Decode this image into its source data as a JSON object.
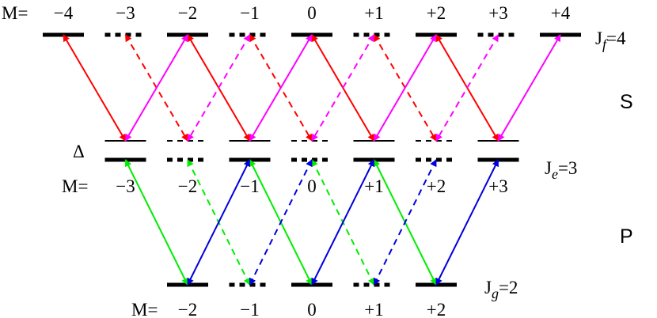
{
  "top_row": {
    "m_prefix": "M=",
    "m_values": [
      "−4",
      "−3",
      "−2",
      "−1",
      "0",
      "+1",
      "+2",
      "+3",
      "+4"
    ]
  },
  "middle_row": {
    "m_prefix": "M=",
    "m_values": [
      "−3",
      "−2",
      "−1",
      "0",
      "+1",
      "+2",
      "+3"
    ],
    "delta": "Δ"
  },
  "bottom_row": {
    "m_prefix": "M=",
    "m_values": [
      "−2",
      "−1",
      "0",
      "+1",
      "+2"
    ]
  },
  "levels": {
    "jf": {
      "base": "J",
      "sub": "f",
      "value": "=4"
    },
    "je": {
      "base": "J",
      "sub": "e",
      "value": "=3"
    },
    "jg": {
      "base": "J",
      "sub": "g",
      "value": "=2"
    }
  },
  "transitions": {
    "upper": "S",
    "lower": "P"
  },
  "colors": {
    "red": "#ff0000",
    "magenta": "#ff00ff",
    "green": "#00ee00",
    "blue": "#0000dd",
    "level": "#000000"
  }
}
